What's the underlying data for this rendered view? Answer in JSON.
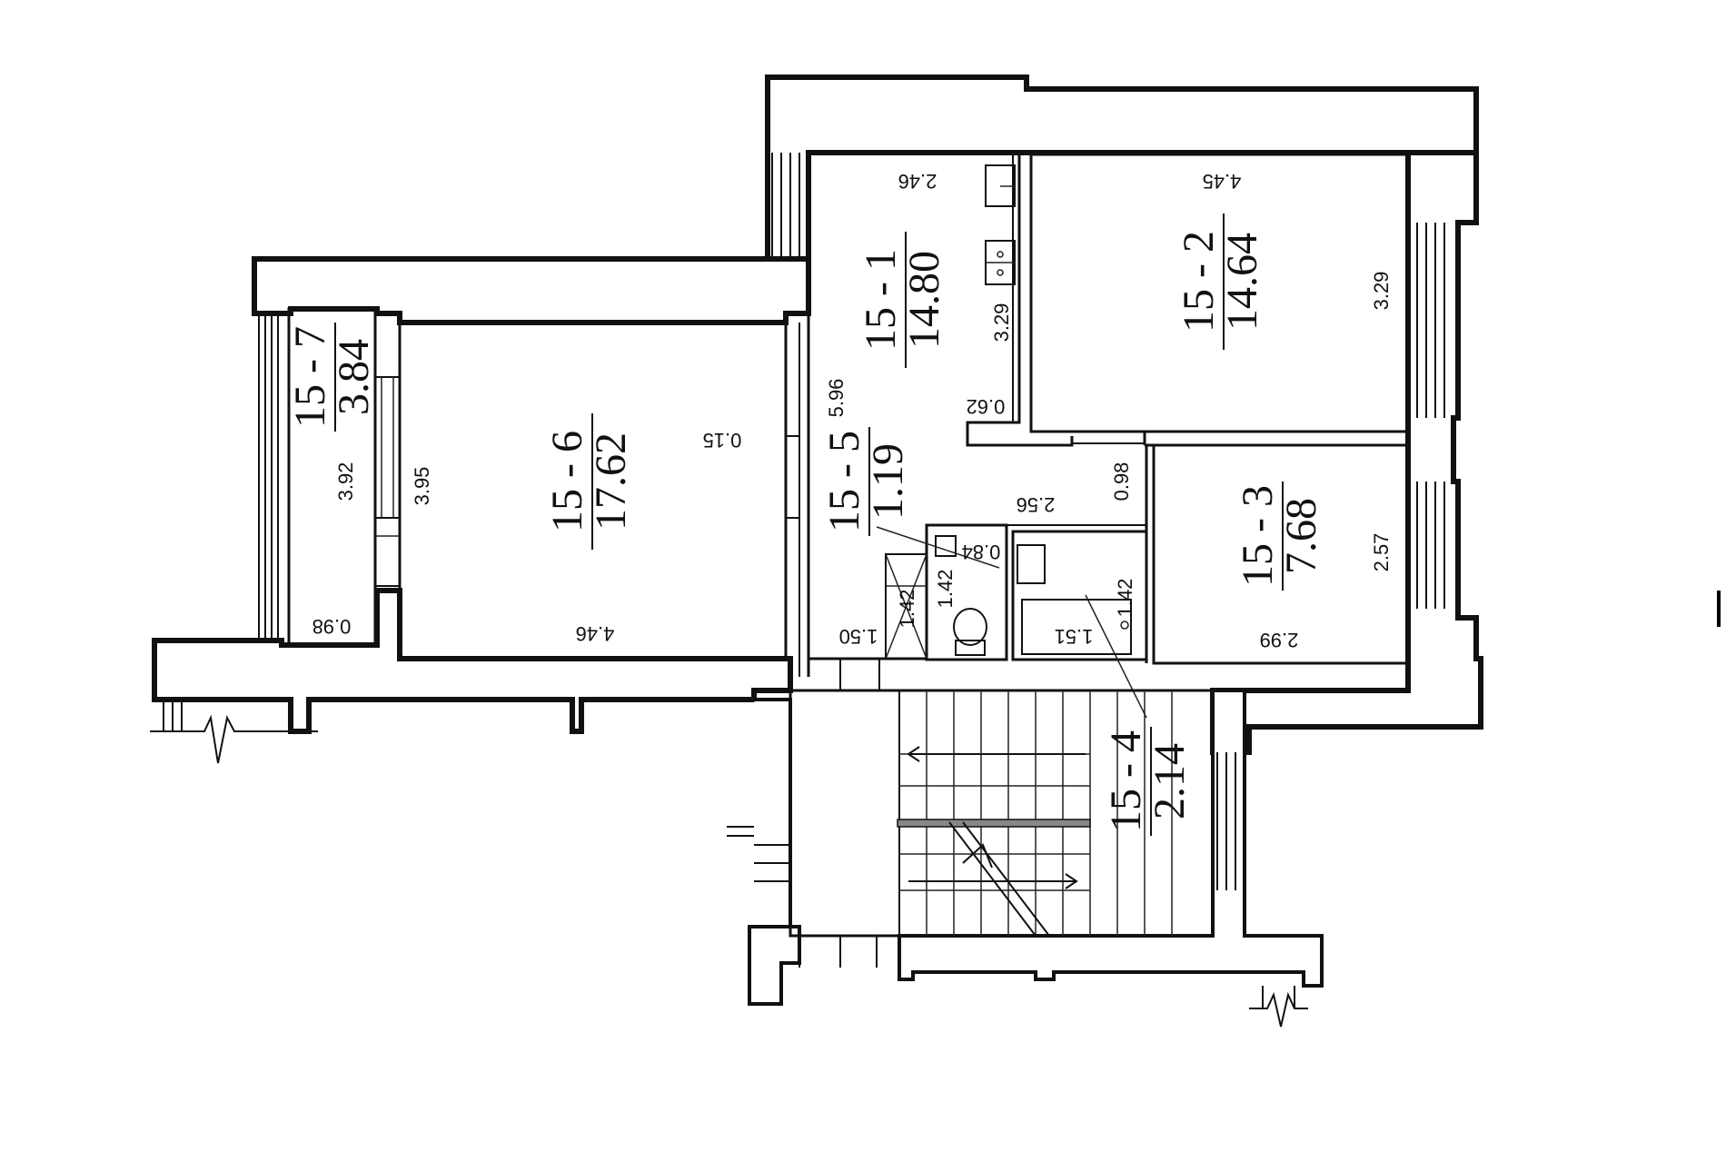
{
  "rooms": [
    {
      "id": "15 - 1",
      "area": "14.80"
    },
    {
      "id": "15 - 2",
      "area": "14.64"
    },
    {
      "id": "15 - 3",
      "area": "7.68"
    },
    {
      "id": "15 - 4",
      "area": "2.14"
    },
    {
      "id": "15 - 5",
      "area": "1.19"
    },
    {
      "id": "15 - 6",
      "area": "17.62"
    },
    {
      "id": "15 - 7",
      "area": "3.84"
    }
  ],
  "dimensions": {
    "r1_width": "2.46",
    "r1_height": "3.29",
    "r1_niche": "0.62",
    "r2_width": "4.45",
    "r2_height": "3.29",
    "r3_width": "2.99",
    "r3_height": "2.57",
    "r3_gap": "0.98",
    "corridor_width": "2.56",
    "corridor_height": "5.96",
    "r6_width": "4.46",
    "r6_height": "3.95",
    "r6_door": "0.15",
    "r7_width": "0.98",
    "r7_height": "3.92",
    "wc_width": "0.84",
    "wc_height": "1.42",
    "bath_width": "1.51",
    "bath_height": "1.42",
    "closet_width": "1.50",
    "closet_height": "1.42"
  }
}
